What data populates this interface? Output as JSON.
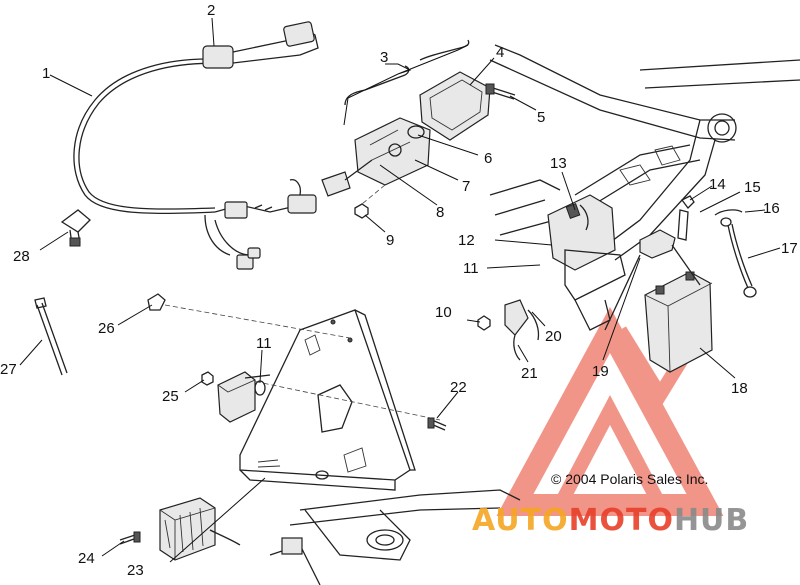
{
  "callouts": [
    "1",
    "2",
    "3",
    "4",
    "5",
    "6",
    "7",
    "8",
    "9",
    "10",
    "11",
    "11",
    "12",
    "13",
    "14",
    "15",
    "16",
    "17",
    "18",
    "19",
    "20",
    "21",
    "22",
    "23",
    "24",
    "25",
    "26",
    "27",
    "28"
  ],
  "copyright": "© 2004 Polaris Sales Inc.",
  "watermark": {
    "part1": "AUTO",
    "part2": "MOTO",
    "part3": "HUB",
    "orange": "#f5a623",
    "red": "#e8402a",
    "gray": "#8a8a8a"
  }
}
